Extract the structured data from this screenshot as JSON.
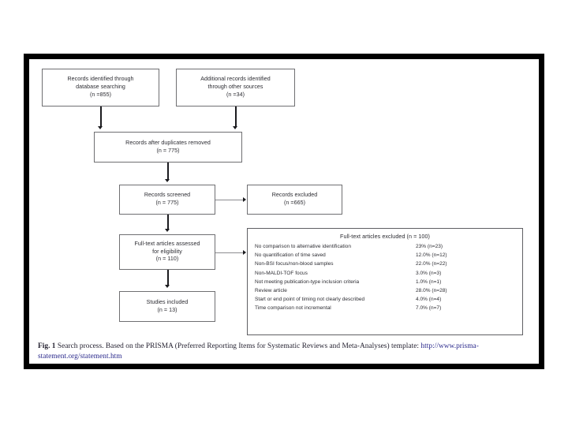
{
  "figure": {
    "caption_label": "Fig. 1",
    "caption_text": "Search process. Based on the PRISMA (Preferred Reporting Items for Systematic Reviews and Meta-Analyses) template:",
    "caption_link": "http://www.prisma-statement.org/statement.htm"
  },
  "flow": {
    "database": {
      "line1": "Records identified through",
      "line2": "database searching",
      "line3": "(n =855)"
    },
    "other_sources": {
      "line1": "Additional records identified",
      "line2": "through other sources",
      "line3": "(n =34)"
    },
    "duplicates_removed": {
      "line1": "Records after duplicates removed",
      "line2": "(n = 775)"
    },
    "screened": {
      "line1": "Records screened",
      "line2": "(n = 775)"
    },
    "records_excluded": {
      "line1": "Records excluded",
      "line2": "(n =665)"
    },
    "fulltext_assessed": {
      "line1": "Full-text articles assessed",
      "line2": "for eligibility",
      "line3": "(n = 110)"
    },
    "studies_included": {
      "line1": "Studies included",
      "line2": "(n = 13)"
    }
  },
  "exclusions": {
    "title": "Full-text articles excluded (n = 100)",
    "rows": [
      {
        "reason": "No comparison to alternative identification",
        "value": "23%  (n=23)"
      },
      {
        "reason": "No quantification of time saved",
        "value": "12.0% (n=12)"
      },
      {
        "reason": "Non-BSI focus/non-blood samples",
        "value": "22.0% (n=22)"
      },
      {
        "reason": "Non-MALDI-TOF focus",
        "value": "3.0% (n=3)"
      },
      {
        "reason": "Not meeting publication-type inclusion criteria",
        "value": "1.0% (n=1)"
      },
      {
        "reason": "Review article",
        "value": "28.0% (n=28)"
      },
      {
        "reason": "Start or end point of timing not clearly described",
        "value": "4.0% (n=4)"
      },
      {
        "reason": "Time comparison not incremental",
        "value": "7.0% (n=7)"
      }
    ]
  },
  "chart_data": {
    "type": "diagram",
    "title": "PRISMA search process flow diagram",
    "nodes": [
      {
        "id": "database",
        "label": "Records identified through database searching",
        "n": 855,
        "stage": "identification"
      },
      {
        "id": "other_sources",
        "label": "Additional records identified through other sources",
        "n": 34,
        "stage": "identification"
      },
      {
        "id": "duplicates_removed",
        "label": "Records after duplicates removed",
        "n": 775,
        "stage": "screening"
      },
      {
        "id": "screened",
        "label": "Records screened",
        "n": 775,
        "stage": "screening"
      },
      {
        "id": "records_excluded",
        "label": "Records excluded",
        "n": 665,
        "stage": "screening"
      },
      {
        "id": "fulltext_assessed",
        "label": "Full-text articles assessed for eligibility",
        "n": 110,
        "stage": "eligibility"
      },
      {
        "id": "fulltext_excluded",
        "label": "Full-text articles excluded",
        "n": 100,
        "stage": "eligibility"
      },
      {
        "id": "studies_included",
        "label": "Studies included",
        "n": 13,
        "stage": "included"
      }
    ],
    "edges": [
      {
        "from": "database",
        "to": "duplicates_removed"
      },
      {
        "from": "other_sources",
        "to": "duplicates_removed"
      },
      {
        "from": "duplicates_removed",
        "to": "screened"
      },
      {
        "from": "screened",
        "to": "records_excluded"
      },
      {
        "from": "screened",
        "to": "fulltext_assessed"
      },
      {
        "from": "fulltext_assessed",
        "to": "fulltext_excluded"
      },
      {
        "from": "fulltext_assessed",
        "to": "studies_included"
      }
    ],
    "exclusion_breakdown": {
      "total": 100,
      "categories": [
        "No comparison to alternative identification",
        "No quantification of time saved",
        "Non-BSI focus/non-blood samples",
        "Non-MALDI-TOF focus",
        "Not meeting publication-type inclusion criteria",
        "Review article",
        "Start or end point of timing not clearly described",
        "Time comparison not incremental"
      ],
      "percent": [
        23.0,
        12.0,
        22.0,
        3.0,
        1.0,
        28.0,
        4.0,
        7.0
      ],
      "counts": [
        23,
        12,
        22,
        3,
        1,
        28,
        4,
        7
      ]
    }
  }
}
